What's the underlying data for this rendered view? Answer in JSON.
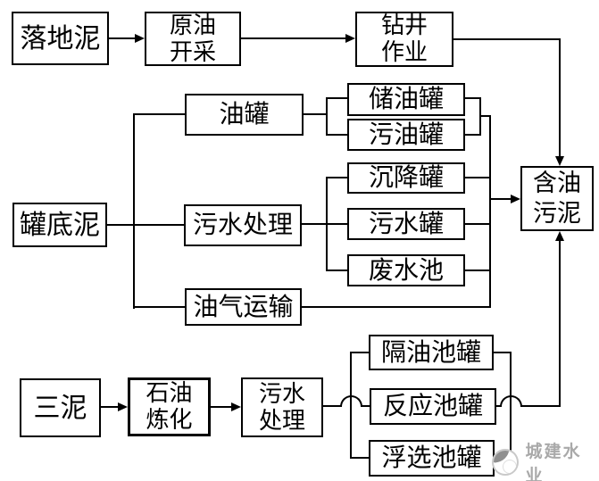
{
  "colors": {
    "line": "#000000",
    "background": "#ffffff",
    "watermark_text": "#a9a9a9"
  },
  "nodes": {
    "landed_mud": {
      "label": "落地泥"
    },
    "crude_oil_extraction": {
      "l1": "原油",
      "l2": "开采"
    },
    "drilling_operation": {
      "l1": "钻井",
      "l2": "作业"
    },
    "oil_tank": {
      "label": "油罐"
    },
    "oil_storage_tank": {
      "label": "储油罐"
    },
    "dirty_oil_tank": {
      "label": "污油罐"
    },
    "tank_bottom_mud": {
      "label": "罐底泥"
    },
    "sewage_treatment_mid": {
      "label": "污水处理"
    },
    "settling_tank": {
      "label": "沉降罐"
    },
    "sewage_tank": {
      "label": "污水罐"
    },
    "wastewater_pool": {
      "label": "废水池"
    },
    "oil_gas_transport": {
      "label": "油气运输"
    },
    "oily_sludge": {
      "l1": "含油",
      "l2": "污泥"
    },
    "three_muds": {
      "label": "三泥"
    },
    "petroleum_refining": {
      "l1": "石油",
      "l2": "炼化"
    },
    "sewage_treatment_bottom": {
      "l1": "污水",
      "l2": "处理"
    },
    "oil_separation_pool_tank": {
      "label": "隔油池罐"
    },
    "reaction_pool_tank": {
      "label": "反应池罐"
    },
    "flotation_pool_tank": {
      "label": "浮选池罐"
    }
  },
  "watermark": {
    "logo_icon": "mascot-circle-logo",
    "text": "城建水业"
  }
}
